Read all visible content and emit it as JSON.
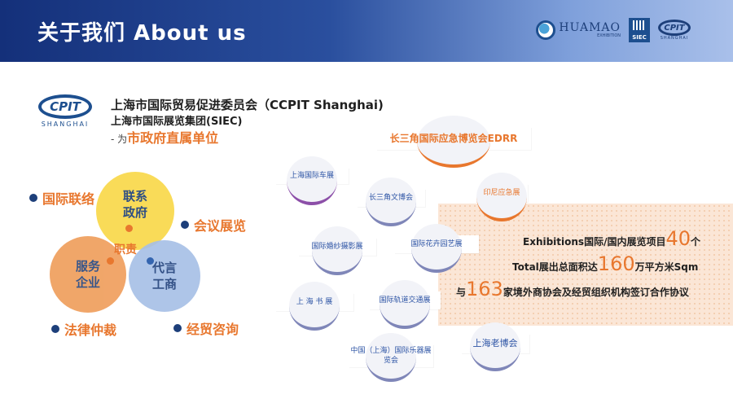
{
  "header": {
    "title": "关于我们 About us",
    "logos": {
      "huamao": "HUAMAO",
      "huamao_sub": "EXHIBITION",
      "siec": "SIEC",
      "cpit": "CPIT",
      "cpit_sub": "SHANGHAI"
    }
  },
  "org": {
    "logo_text": "CPIT",
    "logo_sub": "SHANGHAI",
    "line1": "上海市国际贸易促进委员会（CCPIT Shanghai)",
    "line2": "上海市国际展览集团(SIEC)",
    "line3_prefix": "- 为",
    "line3_highlight": "市政府直属单位"
  },
  "venn": {
    "top": "联系\n政府",
    "left": "服务\n企业",
    "right": "代言\n工商",
    "center": "职责"
  },
  "bullets": [
    "国际联络",
    "会议展览",
    "法律仲裁",
    "经贸咨询"
  ],
  "stats": {
    "line1_prefix": "Exhibitions国际/国内展览项目",
    "line1_num": "40",
    "line1_suffix": "个",
    "line2_prefix": "Total展出总面积达",
    "line2_num": "160",
    "line2_suffix": "万平方米Sqm",
    "line3_prefix": "与",
    "line3_num": "163",
    "line3_suffix": "家境外商协会及经贸组织机构签订合作协议"
  },
  "exhibitions": [
    "长三角国际应急博览会EDRR",
    "上海国际车展",
    "长三角文博会",
    "印尼应急展",
    "国际婚纱摄影展",
    "国际花卉园艺展",
    "上 海 书 展",
    "国际轨道交通展",
    "上海老博会",
    "中国（上海）国际乐器展览会"
  ],
  "colors": {
    "accent_orange": "#e8772e",
    "navy": "#1d3f7a",
    "label_blue": "#2d54a5"
  }
}
